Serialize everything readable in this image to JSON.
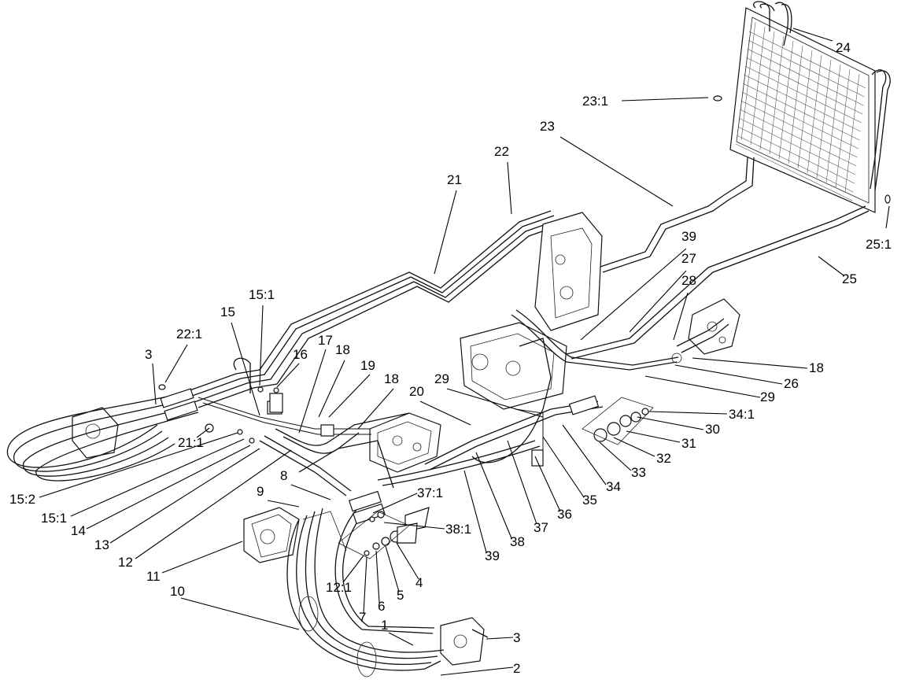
{
  "callouts": [
    {
      "label": "24"
    },
    {
      "label": "23:1"
    },
    {
      "label": "23"
    },
    {
      "label": "22"
    },
    {
      "label": "21"
    },
    {
      "label": "39"
    },
    {
      "label": "27"
    },
    {
      "label": "28"
    },
    {
      "label": "25"
    },
    {
      "label": "25:1"
    },
    {
      "label": "15:1"
    },
    {
      "label": "15"
    },
    {
      "label": "22:1"
    },
    {
      "label": "3"
    },
    {
      "label": "16"
    },
    {
      "label": "17"
    },
    {
      "label": "18"
    },
    {
      "label": "19"
    },
    {
      "label": "18"
    },
    {
      "label": "20"
    },
    {
      "label": "29"
    },
    {
      "label": "18"
    },
    {
      "label": "26"
    },
    {
      "label": "29"
    },
    {
      "label": "34:1"
    },
    {
      "label": "30"
    },
    {
      "label": "31"
    },
    {
      "label": "32"
    },
    {
      "label": "33"
    },
    {
      "label": "34"
    },
    {
      "label": "35"
    },
    {
      "label": "36"
    },
    {
      "label": "37"
    },
    {
      "label": "38"
    },
    {
      "label": "39"
    },
    {
      "label": "21:1"
    },
    {
      "label": "15:2"
    },
    {
      "label": "15:1"
    },
    {
      "label": "14"
    },
    {
      "label": "13"
    },
    {
      "label": "12"
    },
    {
      "label": "8"
    },
    {
      "label": "9"
    },
    {
      "label": "37:1"
    },
    {
      "label": "38:1"
    },
    {
      "label": "11"
    },
    {
      "label": "4"
    },
    {
      "label": "5"
    },
    {
      "label": "6"
    },
    {
      "label": "7"
    },
    {
      "label": "12:1"
    },
    {
      "label": "10"
    },
    {
      "label": "1"
    },
    {
      "label": "3"
    },
    {
      "label": "2"
    }
  ]
}
